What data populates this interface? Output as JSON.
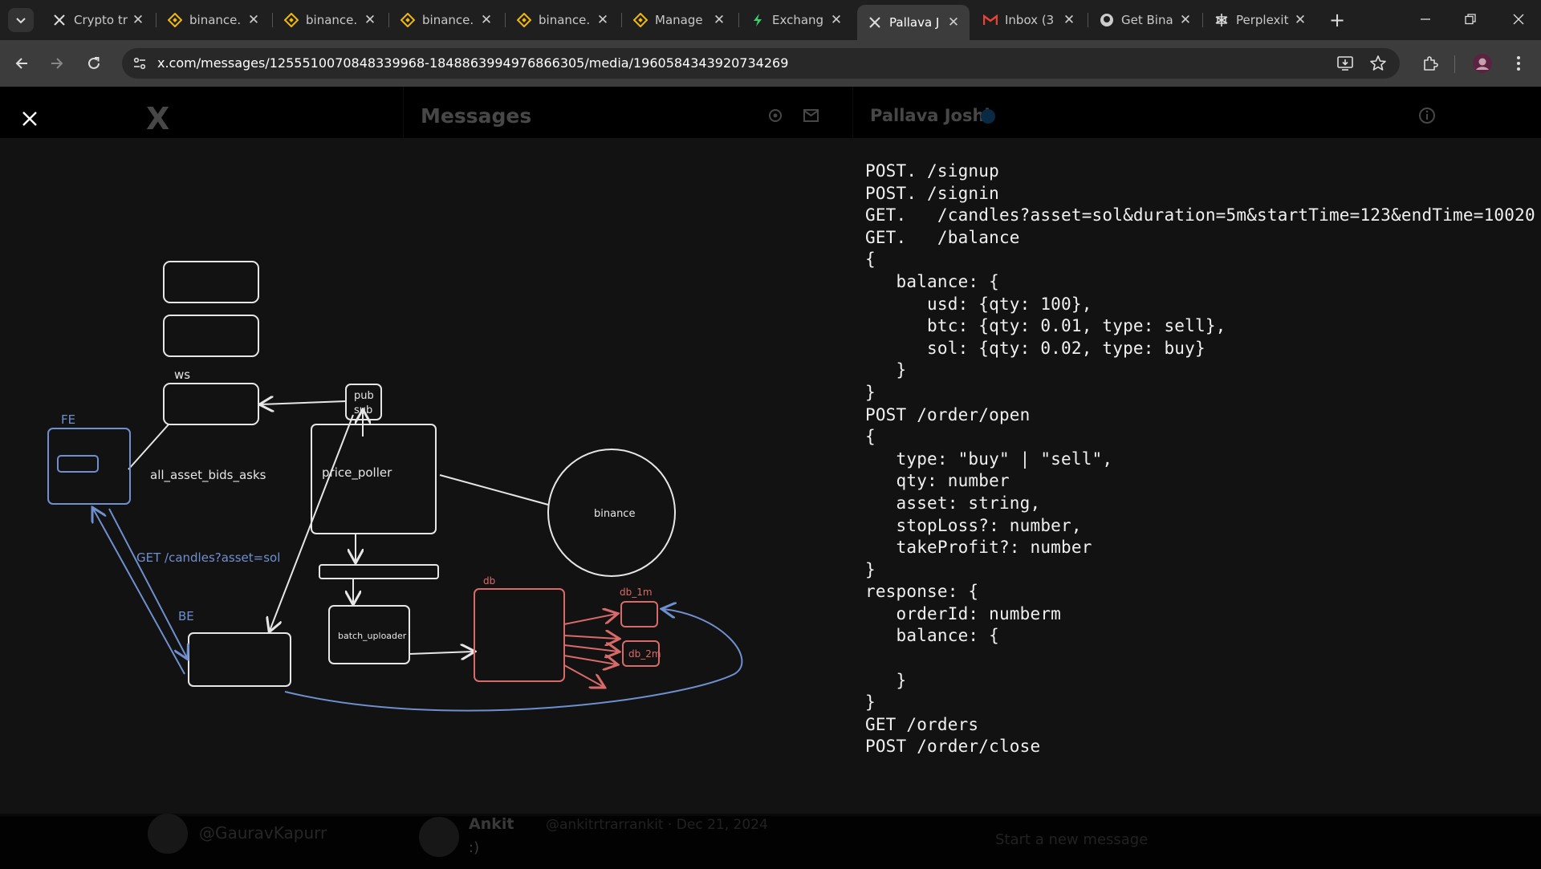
{
  "browser": {
    "tabs": [
      {
        "title": "Crypto tr",
        "favicon": "x-logo-icon",
        "active": false
      },
      {
        "title": "binance.",
        "favicon": "binance-icon",
        "active": false
      },
      {
        "title": "binance.",
        "favicon": "binance-icon",
        "active": false
      },
      {
        "title": "binance.",
        "favicon": "binance-icon",
        "active": false
      },
      {
        "title": "binance.",
        "favicon": "binance-icon",
        "active": false
      },
      {
        "title": "Manage",
        "favicon": "binance-icon",
        "active": false
      },
      {
        "title": "Exchang",
        "favicon": "bolt-icon",
        "active": false
      },
      {
        "title": "Pallava J",
        "favicon": "x-logo-icon",
        "active": true
      },
      {
        "title": "Inbox (3",
        "favicon": "gmail-icon",
        "active": false
      },
      {
        "title": "Get Bina",
        "favicon": "github-icon",
        "active": false
      },
      {
        "title": "Perplexit",
        "favicon": "perplexity-icon",
        "active": false
      }
    ],
    "new_tab": "+",
    "url": "x.com/messages/1255510070848339968-1848863994976866305/media/1960584343920734269"
  },
  "background": {
    "logo": "X",
    "messages_title": "Messages",
    "conversation_name": "Pallava Joshi",
    "handle": "@GauravKapurr",
    "message_author": "Ankit",
    "message_meta": "@ankitrtrarrankit · Dec 21, 2024",
    "message_text": ":)",
    "compose_placeholder": "Start a new message"
  },
  "diagram": {
    "labels": {
      "ws": "ws",
      "fe": "FE",
      "all_asset": "all_asset_bids_asks",
      "pubsub_line1": "pub",
      "pubsub_line2": "sub",
      "price_poller": "price_poller",
      "binance": "binance",
      "get_candles": "GET /candles?asset=sol",
      "be": "BE",
      "batch_uploader": "batch_uploader",
      "db": "db",
      "db_1m": "db_1m",
      "db_2m": "db_2m"
    },
    "colors": {
      "white": "#e6e6e6",
      "blue": "#6f8fcf",
      "red": "#d96a6a"
    }
  },
  "code_lines": [
    "POST. /signup",
    "POST. /signin",
    "GET.   /candles?asset=sol&duration=5m&startTime=123&endTime=10020",
    "GET.   /balance",
    "{",
    "   balance: {",
    "      usd: {qty: 100},",
    "      btc: {qty: 0.01, type: sell},",
    "      sol: {qty: 0.02, type: buy}",
    "   }",
    "}",
    "POST /order/open",
    "{",
    "   type: \"buy\" | \"sell\",",
    "   qty: number",
    "   asset: string,",
    "   stopLoss?: number,",
    "   takeProfit?: number",
    "}",
    "response: {",
    "   orderId: numberm",
    "   balance: {",
    "",
    "   }",
    "}",
    "GET /orders",
    "POST /order/close"
  ]
}
